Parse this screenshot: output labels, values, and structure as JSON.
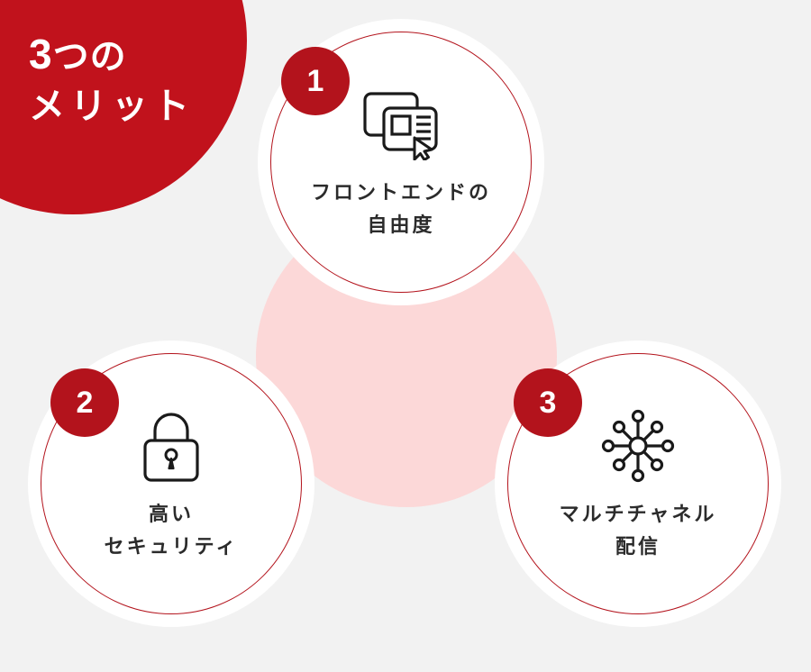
{
  "hero": {
    "number": "3",
    "line1_suffix": "つの",
    "line2": "メリット"
  },
  "colors": {
    "background": "#f2f2f2",
    "brand_red": "#c1121c",
    "badge_red": "#b3131c",
    "blob_pink": "#fcd8d8",
    "circle_fill": "#ffffff",
    "text_dark": "#2b2b2b"
  },
  "features": [
    {
      "badge": "1",
      "icon": "browser-cards-cursor-icon",
      "label_line1": "フロントエンドの",
      "label_line2": "自由度"
    },
    {
      "badge": "2",
      "icon": "padlock-icon",
      "label_line1": "高い",
      "label_line2": "セキュリティ"
    },
    {
      "badge": "3",
      "icon": "network-hub-icon",
      "label_line1": "マルチチャネル",
      "label_line2": "配信"
    }
  ]
}
